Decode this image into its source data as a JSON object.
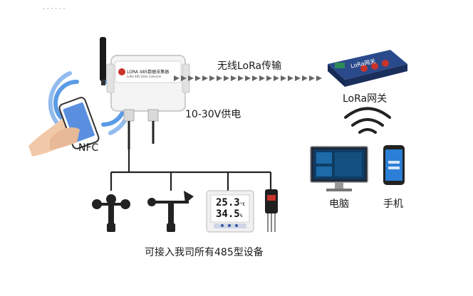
{
  "top_marks": "·  ·  ·  ·  ·  ·",
  "labels": {
    "lora_transmission": "无线LoRa传输",
    "power_supply": "10-30V供电",
    "gateway": "LoRa网关",
    "nfc": "NFC",
    "computer": "电脑",
    "mobile": "手机",
    "bottom_caption": "可接入我司所有485型设备"
  },
  "collector_box": {
    "brand": "LORA 485数据采集器",
    "subtitle": "LoRa 485 Data Collector"
  },
  "gateway_device": {
    "brand": "LoRa网关"
  },
  "thermo_display": {
    "line1": "25.3",
    "line2": "34.5",
    "unit1": "°C",
    "unit2": "%"
  },
  "colors": {
    "accent_blue": "#2a6fd6",
    "arrow_gray": "#666666",
    "device_navy": "#1b2f5c",
    "antenna_red": "#c8342c"
  }
}
